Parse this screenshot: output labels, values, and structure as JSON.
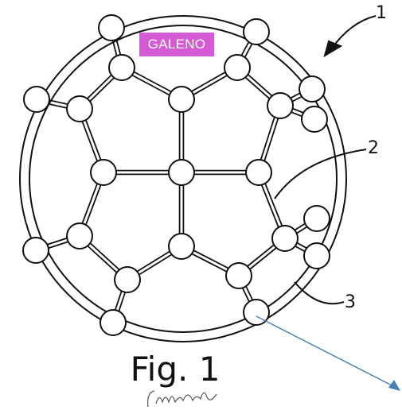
{
  "badge": {
    "label": "GALENO",
    "color": "#d65ad6"
  },
  "figure": {
    "caption": "Fig. 1",
    "references": {
      "r1": "1",
      "r2": "2",
      "r3": "3"
    }
  },
  "colors": {
    "line": "#111111",
    "annotation_arrow": "#4a7db0"
  }
}
